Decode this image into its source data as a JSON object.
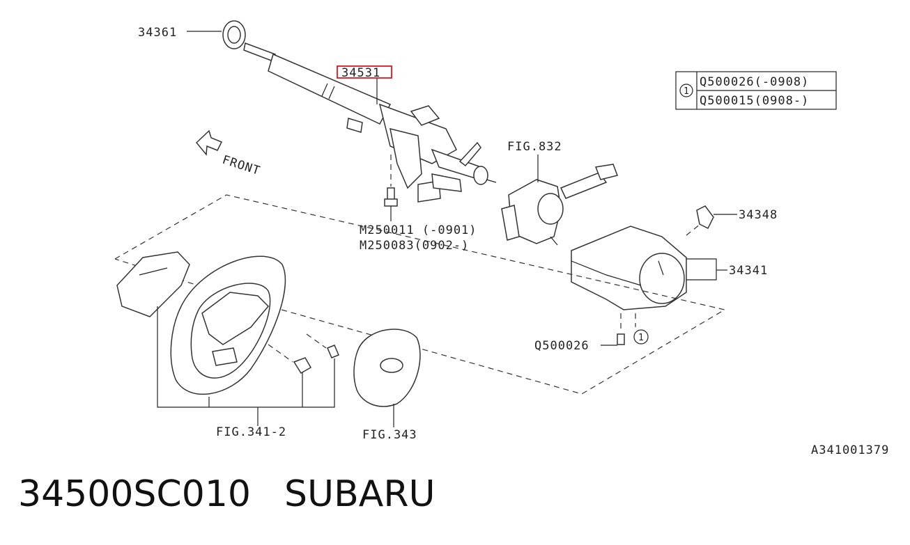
{
  "callouts": {
    "p34361": "34361",
    "p34531": "34531",
    "fig832": "FIG.832",
    "p34348": "34348",
    "p34341": "34341",
    "m250011": "M250011 (-0901)",
    "m250083": "M250083(0902-)",
    "q500026": "Q500026",
    "fig341_2": "FIG.341-2",
    "fig343": "FIG.343",
    "circle1": "1"
  },
  "front_label": "FRONT",
  "ref_table": {
    "key": "1",
    "rows": [
      "Q500026(-0908)",
      "Q500015(0908-)"
    ]
  },
  "drawing_code": "A341001379",
  "part_number": "34500SC010",
  "brand": "SUBARU",
  "highlight_color": "#e0141e"
}
